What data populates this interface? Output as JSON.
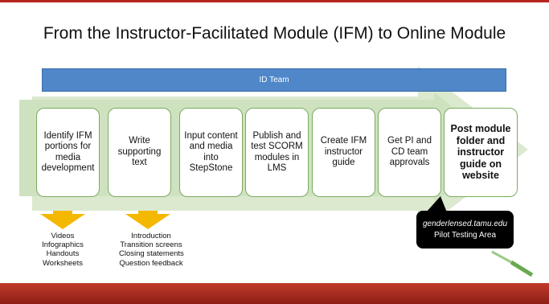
{
  "title": "From the Instructor-Facilitated Module (IFM) to Online Module",
  "id_team_label": "ID Team",
  "steps": [
    {
      "label": "Identify IFM portions for media development"
    },
    {
      "label": "Write supporting text"
    },
    {
      "label": "Input content and media into StepStone"
    },
    {
      "label": "Publish and test SCORM modules in LMS"
    },
    {
      "label": "Create IFM instructor guide"
    },
    {
      "label": "Get PI and CD team approvals"
    },
    {
      "label": "Post module folder and instructor guide on website"
    }
  ],
  "notes_left": [
    "Videos",
    "Infographics",
    "Handouts",
    "Worksheets"
  ],
  "notes_right": [
    "Introduction",
    "Transition screens",
    "Closing statements",
    "Question feedback"
  ],
  "callout": {
    "url": "genderlensed.tamu.edu",
    "label": "Pilot Testing Area"
  },
  "colors": {
    "accent_red": "#b5261e",
    "id_team_blue": "#4f87c9",
    "arrow_green": "#dbe9cf",
    "down_arrow_gold": "#f5b800"
  }
}
